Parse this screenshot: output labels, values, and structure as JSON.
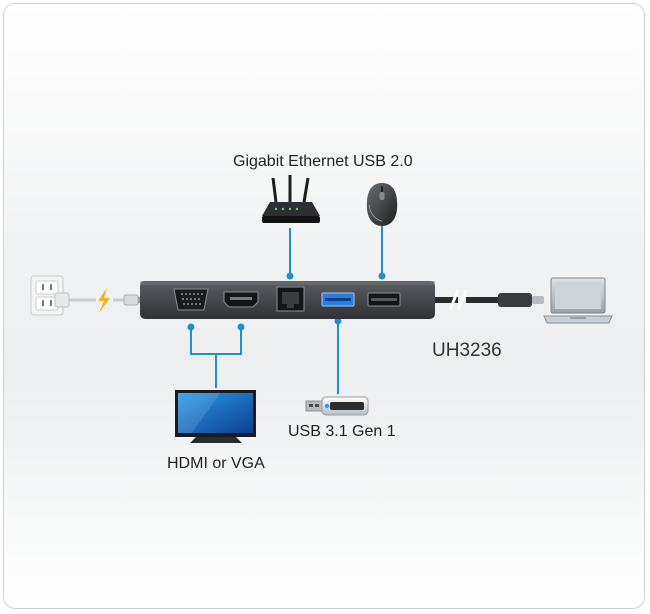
{
  "labels": {
    "ethernet": "Gigabit Ethernet",
    "usb2": "USB 2.0",
    "model": "UH3236",
    "usb31": "USB 3.1 Gen 1",
    "display": "HDMI or VGA"
  },
  "colors": {
    "connector": "#1f8fd1",
    "hub_body": "#4a4c50",
    "usb3_blue": "#2a7de1",
    "power_bolt": "#f2b21b"
  },
  "icons": [
    "wall-outlet-icon",
    "power-bolt-icon",
    "router-icon",
    "mouse-icon",
    "hub-icon",
    "laptop-icon",
    "monitor-icon",
    "usb-flash-drive-icon"
  ]
}
